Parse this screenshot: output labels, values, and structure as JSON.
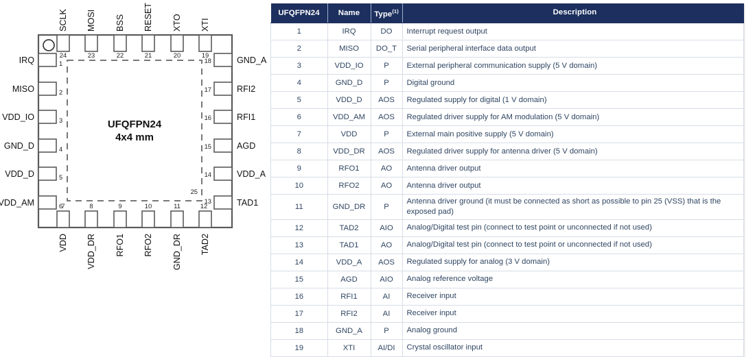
{
  "diagram": {
    "part_label_line1": "UFQFPN24",
    "part_label_line2": "4x4 mm",
    "exposed_pad_number": "25",
    "pin1_marker": "pin1-dot",
    "top_pins": [
      {
        "num": "24",
        "label": "SCLK"
      },
      {
        "num": "23",
        "label": "MOSI"
      },
      {
        "num": "22",
        "label": "BSS"
      },
      {
        "num": "21",
        "label": "RESET"
      },
      {
        "num": "20",
        "label": "XTO"
      },
      {
        "num": "19",
        "label": "XTI"
      }
    ],
    "left_pins": [
      {
        "num": "1",
        "label": "IRQ"
      },
      {
        "num": "2",
        "label": "MISO"
      },
      {
        "num": "3",
        "label": "VDD_IO"
      },
      {
        "num": "4",
        "label": "GND_D"
      },
      {
        "num": "5",
        "label": "VDD_D"
      },
      {
        "num": "6",
        "label": "VDD_AM"
      }
    ],
    "bottom_pins": [
      {
        "num": "7",
        "label": "VDD"
      },
      {
        "num": "8",
        "label": "VDD_DR"
      },
      {
        "num": "9",
        "label": "RFO1"
      },
      {
        "num": "10",
        "label": "RFO2"
      },
      {
        "num": "11",
        "label": "GND_DR"
      },
      {
        "num": "12",
        "label": "TAD2"
      }
    ],
    "right_pins": [
      {
        "num": "18",
        "label": "GND_A"
      },
      {
        "num": "17",
        "label": "RFI2"
      },
      {
        "num": "16",
        "label": "RFI1"
      },
      {
        "num": "15",
        "label": "AGD"
      },
      {
        "num": "14",
        "label": "VDD_A"
      },
      {
        "num": "13",
        "label": "TAD1"
      }
    ]
  },
  "table": {
    "headers": {
      "pin": "UFQFPN24",
      "name": "Name",
      "type": "Type",
      "type_footnote": "(1)",
      "description": "Description"
    },
    "rows": [
      {
        "pin": "1",
        "name": "IRQ",
        "type": "DO",
        "desc": "Interrupt request output"
      },
      {
        "pin": "2",
        "name": "MISO",
        "type": "DO_T",
        "desc": "Serial peripheral interface data output"
      },
      {
        "pin": "3",
        "name": "VDD_IO",
        "type": "P",
        "desc": "External peripheral communication supply (5 V domain)"
      },
      {
        "pin": "4",
        "name": "GND_D",
        "type": "P",
        "desc": "Digital ground"
      },
      {
        "pin": "5",
        "name": "VDD_D",
        "type": "AOS",
        "desc": "Regulated supply for digital (1 V domain)"
      },
      {
        "pin": "6",
        "name": "VDD_AM",
        "type": "AOS",
        "desc": "Regulated driver supply for AM modulation (5 V domain)"
      },
      {
        "pin": "7",
        "name": "VDD",
        "type": "P",
        "desc": "External main positive supply (5 V domain)"
      },
      {
        "pin": "8",
        "name": "VDD_DR",
        "type": "AOS",
        "desc": "Regulated driver supply for antenna driver (5 V domain)"
      },
      {
        "pin": "9",
        "name": "RFO1",
        "type": "AO",
        "desc": "Antenna driver output"
      },
      {
        "pin": "10",
        "name": "RFO2",
        "type": "AO",
        "desc": "Antenna driver output"
      },
      {
        "pin": "11",
        "name": "GND_DR",
        "type": "P",
        "desc": "Antenna driver ground (it must be connected as short as possible to pin 25 (VSS) that is the exposed pad)"
      },
      {
        "pin": "12",
        "name": "TAD2",
        "type": "AIO",
        "desc": "Analog/Digital test pin (connect to test point or unconnected if not used)"
      },
      {
        "pin": "13",
        "name": "TAD1",
        "type": "AO",
        "desc": "Analog/Digital test pin (connect to test point or unconnected if not used)"
      },
      {
        "pin": "14",
        "name": "VDD_A",
        "type": "AOS",
        "desc": "Regulated supply for analog (3 V domain)"
      },
      {
        "pin": "15",
        "name": "AGD",
        "type": "AIO",
        "desc": "Analog reference voltage"
      },
      {
        "pin": "16",
        "name": "RFI1",
        "type": "AI",
        "desc": "Receiver input"
      },
      {
        "pin": "17",
        "name": "RFI2",
        "type": "AI",
        "desc": "Receiver input"
      },
      {
        "pin": "18",
        "name": "GND_A",
        "type": "P",
        "desc": "Analog ground"
      },
      {
        "pin": "19",
        "name": "XTI",
        "type": "AI/DI",
        "desc": "Crystal oscillator input"
      }
    ]
  },
  "colors": {
    "header_bg": "#1c2f5e",
    "header_text": "#ffffff",
    "body_text": "#2f4562",
    "grid": "#d7dde6",
    "outline": "#5a5a5a"
  }
}
